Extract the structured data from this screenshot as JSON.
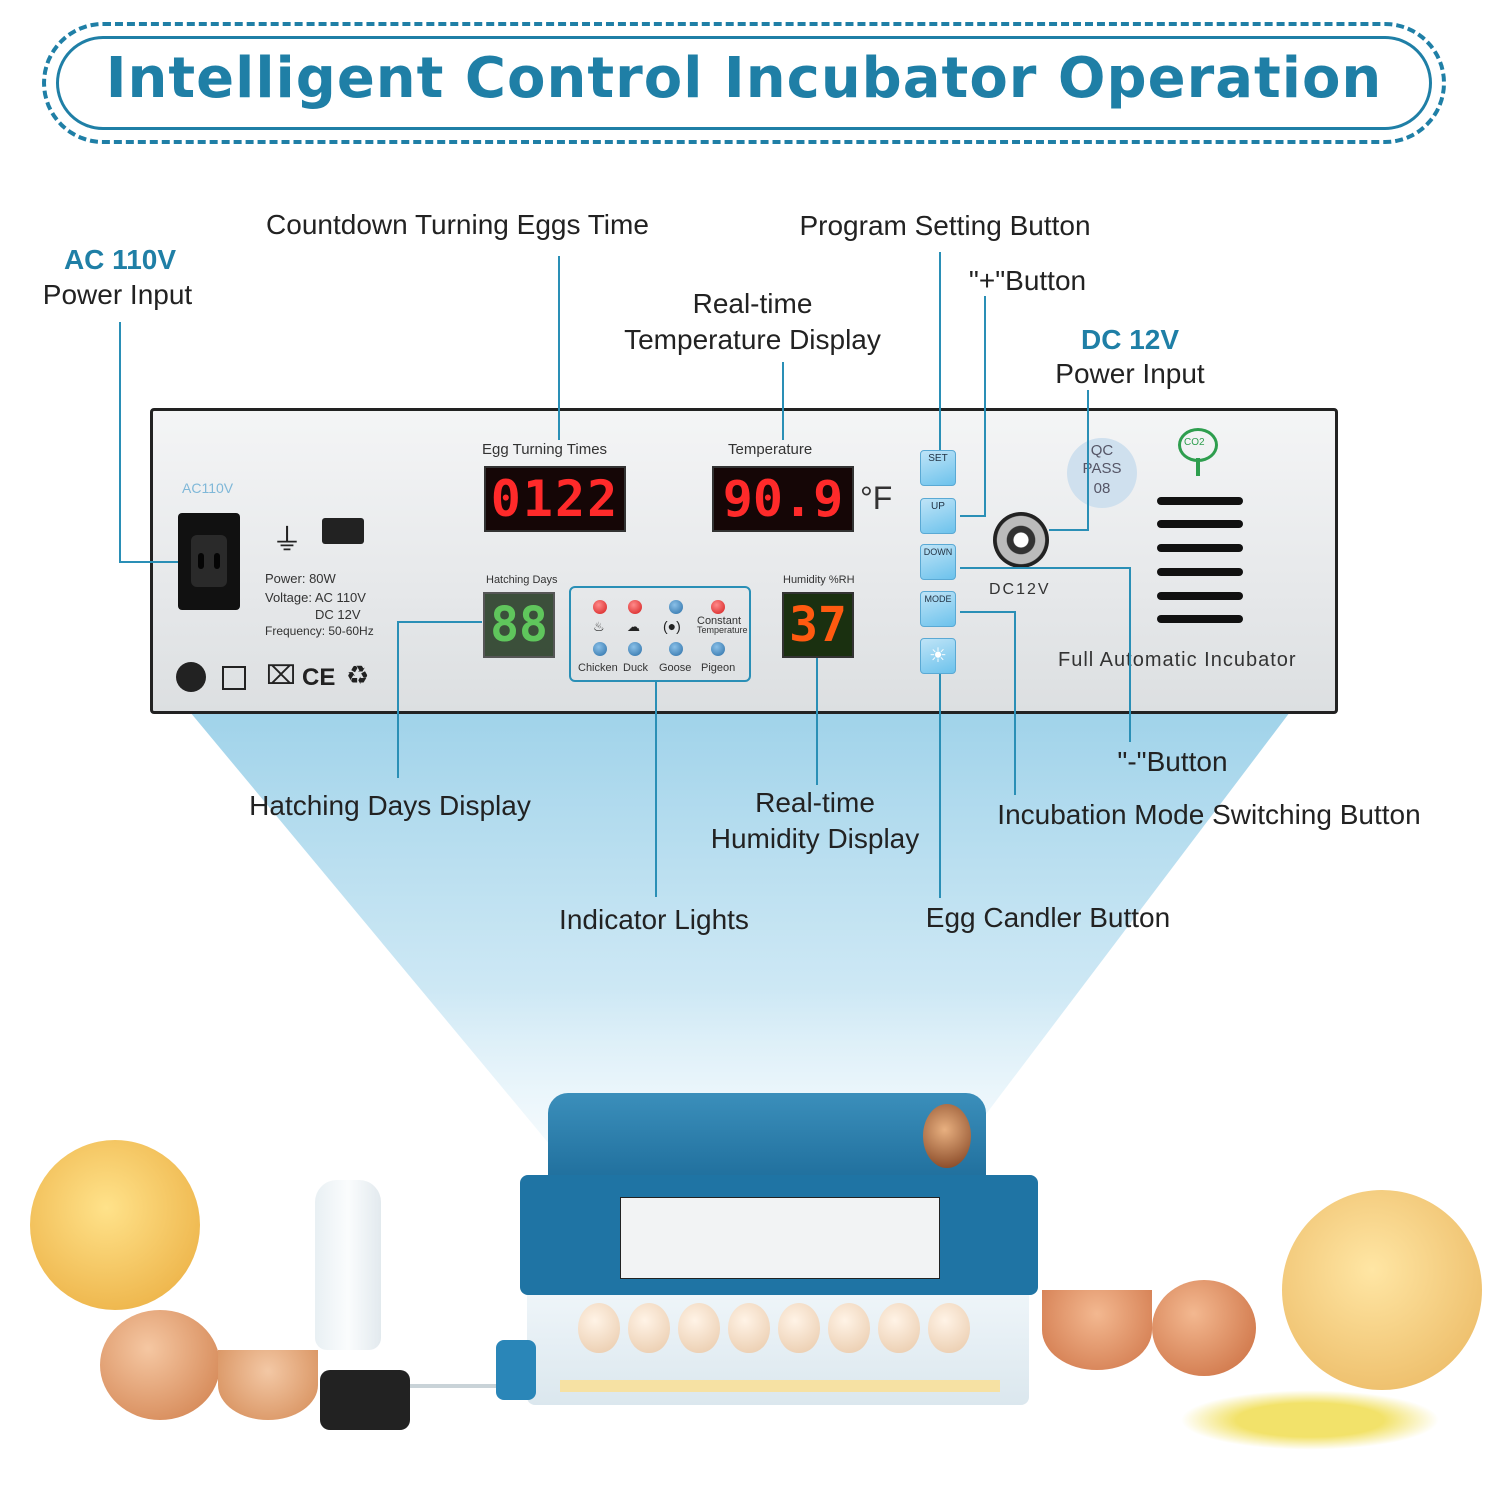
{
  "banner": {
    "title": "Intelligent Control Incubator Operation"
  },
  "callouts": {
    "ac_input_title": "AC 110V",
    "ac_input_sub": "Power Input",
    "countdown": "Countdown Turning Eggs Time",
    "temp_line1": "Real-time",
    "temp_line2": "Temperature Display",
    "program": "Program Setting Button",
    "plus": "\"+\"Button",
    "dc_input_title": "DC 12V",
    "dc_input_sub": "Power Input",
    "minus": "\"-\"Button",
    "hatching": "Hatching Days Display",
    "humidity_line1": "Real-time",
    "humidity_line2": "Humidity Display",
    "mode": "Incubation Mode Switching Button",
    "indicator": "Indicator Lights",
    "candler": "Egg Candler Button"
  },
  "panel": {
    "ac_label": "AC110V",
    "power": "Power:  80W",
    "voltage": "Voltage:  AC 110V",
    "voltage_dc": "DC 12V",
    "frequency": "Frequency: 50-60Hz",
    "egg_turning_label": "Egg Turning Times",
    "egg_turning_value": "0122",
    "temperature_label": "Temperature",
    "temperature_value": "90.9",
    "temperature_unit": "°F",
    "hatching_label": "Hatching Days",
    "hatching_value": "88",
    "humidity_label": "Humidity %RH",
    "humidity_value": "37",
    "indicator_constant": "Constant",
    "indicator_constant2": "Temperature",
    "species": [
      "Chicken",
      "Duck",
      "Goose",
      "Pigeon"
    ],
    "buttons": {
      "set": "SET",
      "up": "UP",
      "down": "DOWN",
      "mode": "MODE"
    },
    "dc_label": "DC12V",
    "qc_line1": "QC",
    "qc_line2": "PASS",
    "qc_line3": "08",
    "co2": "CO2",
    "brand": "Full Automatic Incubator"
  },
  "colors": {
    "accent": "#1f7fa6",
    "led_red": "#ff2a2a",
    "button_blue": "#6cc2ec",
    "beam": "#8fcbe6"
  }
}
